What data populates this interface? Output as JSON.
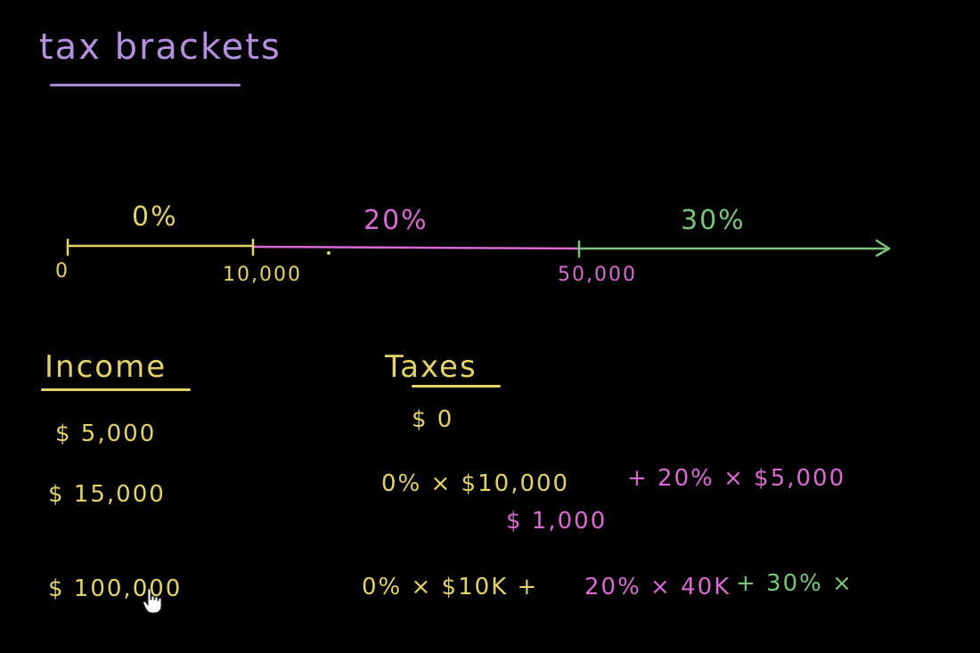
{
  "title": "tax brackets",
  "bracket_rates": {
    "low": "0%",
    "mid": "20%",
    "high": "30%"
  },
  "axis_ticks": {
    "start": "0",
    "first": "10,000",
    "second": "50,000"
  },
  "table": {
    "income_header": "Income",
    "taxes_header": "Taxes",
    "rows": [
      {
        "income": "$ 5,000",
        "tax": "$ 0"
      },
      {
        "income": "$ 15,000",
        "tax_part1": "0% × $10,000",
        "tax_part2": "+ 20% × $5,000",
        "tax_result": "$ 1,000"
      },
      {
        "income": "$ 100,000",
        "tax_part1": "0% × $10K +",
        "tax_part2": "20% × 40K",
        "tax_part3": "+ 30% ×"
      }
    ]
  },
  "colors": {
    "background": "#000000",
    "yellow": "#e2d36a",
    "purple": "#b490e0",
    "magenta": "#d96ad2",
    "green": "#79c57b"
  },
  "icons": {
    "cursor": "hand-pointer-icon"
  }
}
